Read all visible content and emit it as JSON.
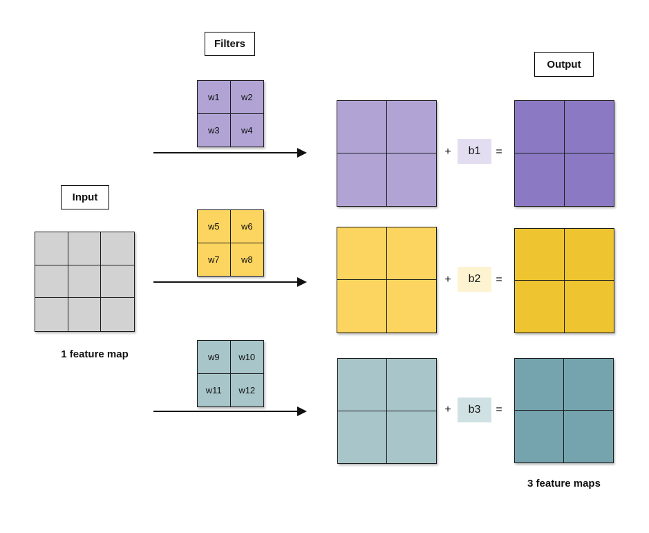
{
  "diagram": {
    "title_labels": {
      "filters": "Filters",
      "input": "Input",
      "output": "Output"
    },
    "captions": {
      "input": "1 feature map",
      "output": "3 feature maps"
    },
    "operators": {
      "plus": "+",
      "equals": "="
    },
    "input_grid": {
      "rows": 3,
      "cols": 3,
      "fill": "#d2d2d2"
    },
    "rows": [
      {
        "name": "purple",
        "filter_cells": [
          "w1",
          "w2",
          "w3",
          "w4"
        ],
        "bias_label": "b1",
        "filter_fill": "#b1a4d5",
        "conv_fill": "#b1a4d5",
        "output_fill": "#8b7ac3",
        "bias_fill": "#e3ddf1"
      },
      {
        "name": "yellow",
        "filter_cells": [
          "w5",
          "w6",
          "w7",
          "w8"
        ],
        "bias_label": "b2",
        "filter_fill": "#fbd55f",
        "conv_fill": "#fbd55f",
        "output_fill": "#eec431",
        "bias_fill": "#fdf3d1"
      },
      {
        "name": "teal",
        "filter_cells": [
          "w9",
          "w10",
          "w11",
          "w12"
        ],
        "bias_label": "b3",
        "filter_fill": "#a8c5c9",
        "conv_fill": "#a8c5c9",
        "output_fill": "#75a4ae",
        "bias_fill": "#d0e1e3"
      }
    ],
    "line_color": "#1a1a1a"
  }
}
